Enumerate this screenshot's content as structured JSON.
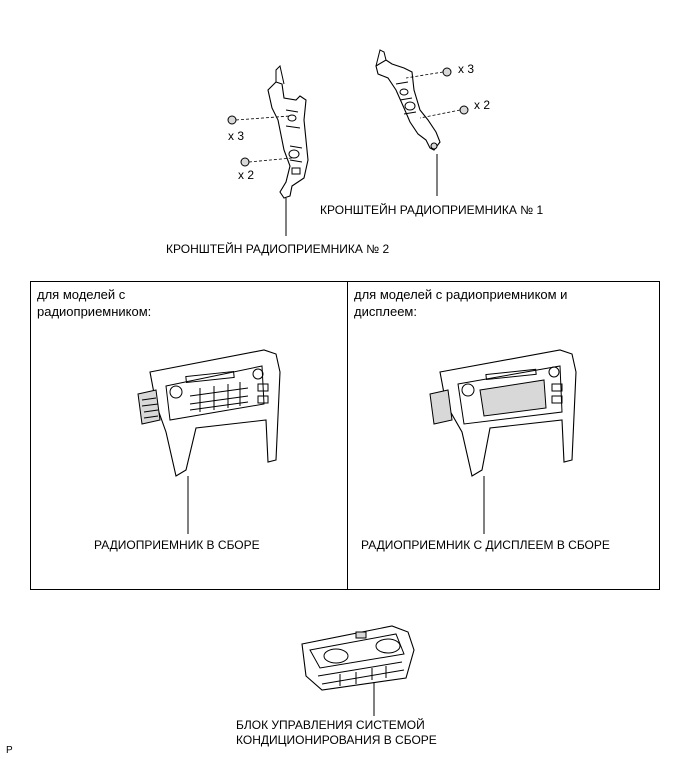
{
  "labels": {
    "bracket_1": "КРОНШТЕЙН РАДИОПРИЕМНИКА № 1",
    "bracket_2": "КРОНШТЕЙН РАДИОПРИЕМНИКА № 2",
    "radio_assembly": "РАДИОПРИЕМНИК В СБОРЕ",
    "radio_display_assembly": "РАДИОПРИЕМНИК С ДИСПЛЕЕМ В СБОРЕ",
    "ac_control_line1": "БЛОК УПРАВЛЕНИЯ СИСТЕМОЙ",
    "ac_control_line2": "КОНДИЦИОНИРОВАНИЯ В СБОРЕ",
    "corner_mark": "P"
  },
  "quantities": {
    "b2_screws_upper": "x 3",
    "b2_screws_lower": "x 2",
    "b1_screws_upper": "x 3",
    "b1_screws_lower": "x 2"
  },
  "panels": {
    "left_title_line1": "для моделей с",
    "left_title_line2": "радиоприемником:",
    "right_title_line1": "для моделей с радиоприемником и",
    "right_title_line2": "дисплеем:"
  }
}
